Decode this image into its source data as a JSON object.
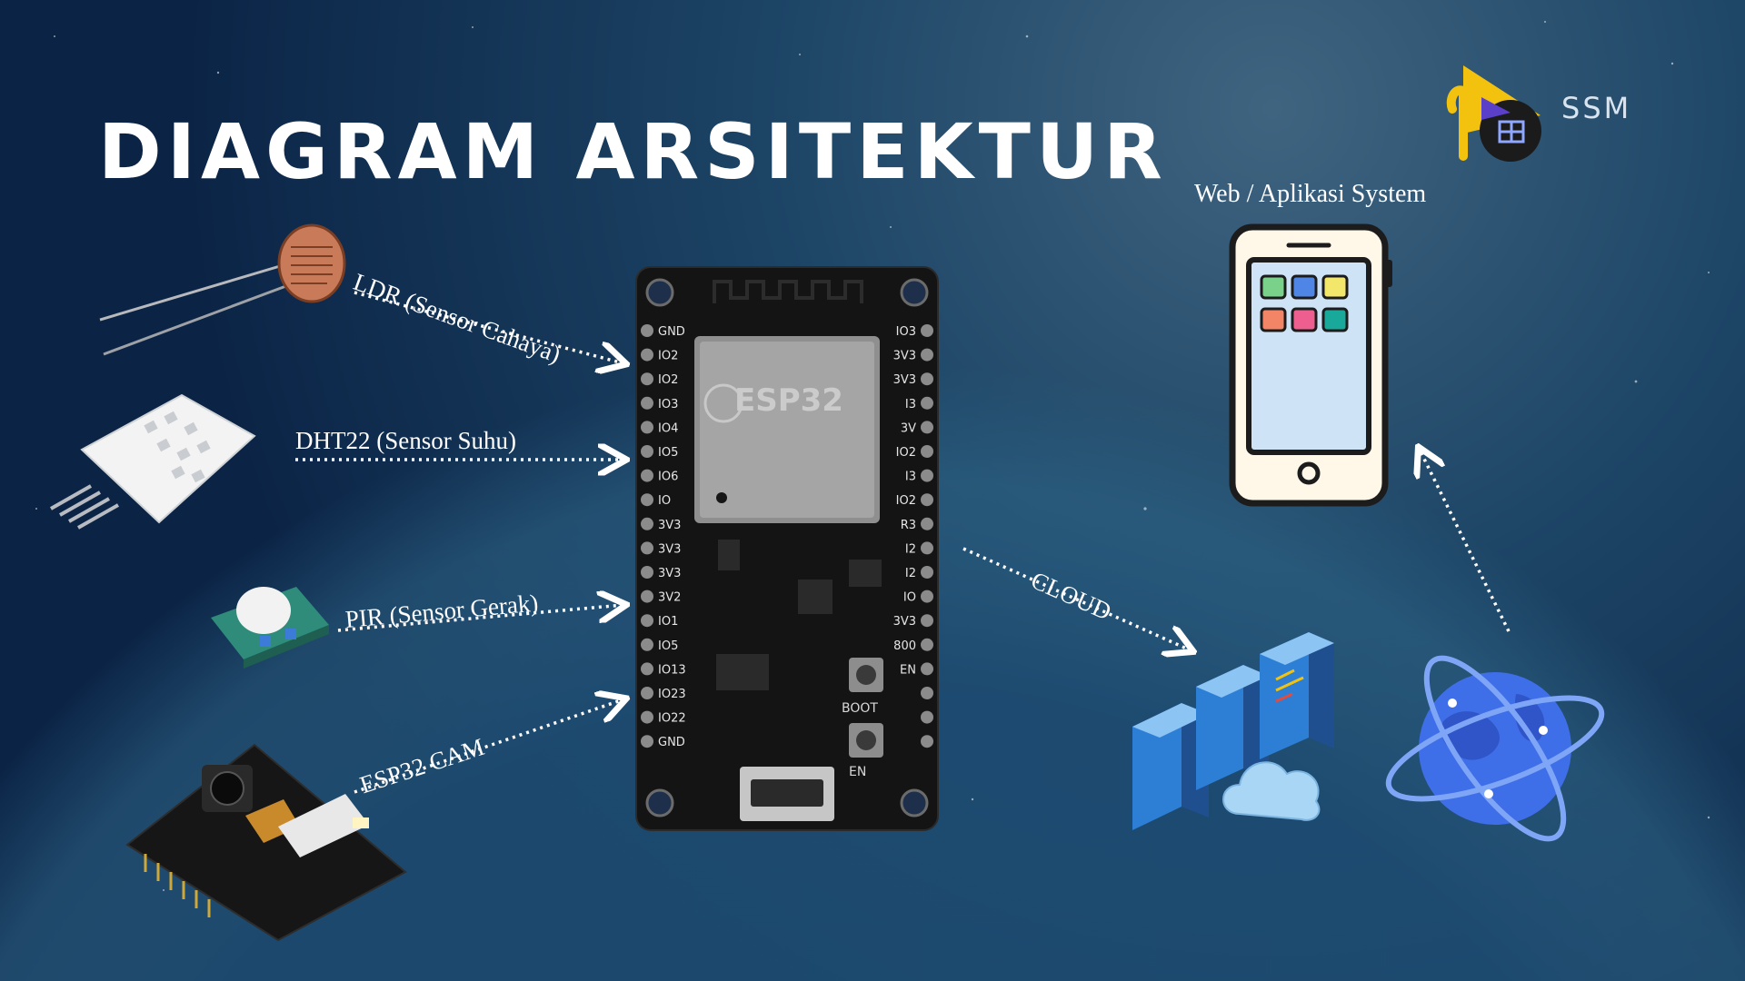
{
  "title": "DIAGRAM ARSITEKTUR",
  "brand": {
    "name": "SSM"
  },
  "sensors": [
    {
      "label": "LDR (Sensor Cahaya)",
      "icon": "ldr-sensor-icon"
    },
    {
      "label": "DHT22 (Sensor Suhu)",
      "icon": "dht22-sensor-icon"
    },
    {
      "label": "PIR (Sensor Gerak)",
      "icon": "pir-sensor-icon"
    },
    {
      "label": "ESP32 CAM",
      "icon": "esp32-cam-icon"
    }
  ],
  "board": {
    "chip_label": "ESP32",
    "left_pins": [
      "GND",
      "IO2",
      "IO2",
      "IO3",
      "IO4",
      "IO5",
      "IO6",
      "IO",
      "3V3",
      "3V3",
      "3V3",
      "3V2",
      "IO1",
      "IO5",
      "IO13",
      "IO23",
      "IO22",
      "GND"
    ],
    "right_pins": [
      "IO3",
      "3V3",
      "3V3",
      "I3",
      "3V",
      "IO2",
      "I3",
      "IO2",
      "R3",
      "I2",
      "I2",
      "IO",
      "3V3",
      "800",
      "EN",
      "",
      "",
      ""
    ],
    "boot_label": "BOOT",
    "en_label": "EN"
  },
  "cloud": {
    "label": "CLOUD"
  },
  "web": {
    "title": "Web / Aplikasi System"
  },
  "colors": {
    "background": "#0d2a4c",
    "accent_gold": "#f2c20e",
    "server_blue": "#3d8ee0",
    "globe_blue": "#3f6fe8"
  }
}
